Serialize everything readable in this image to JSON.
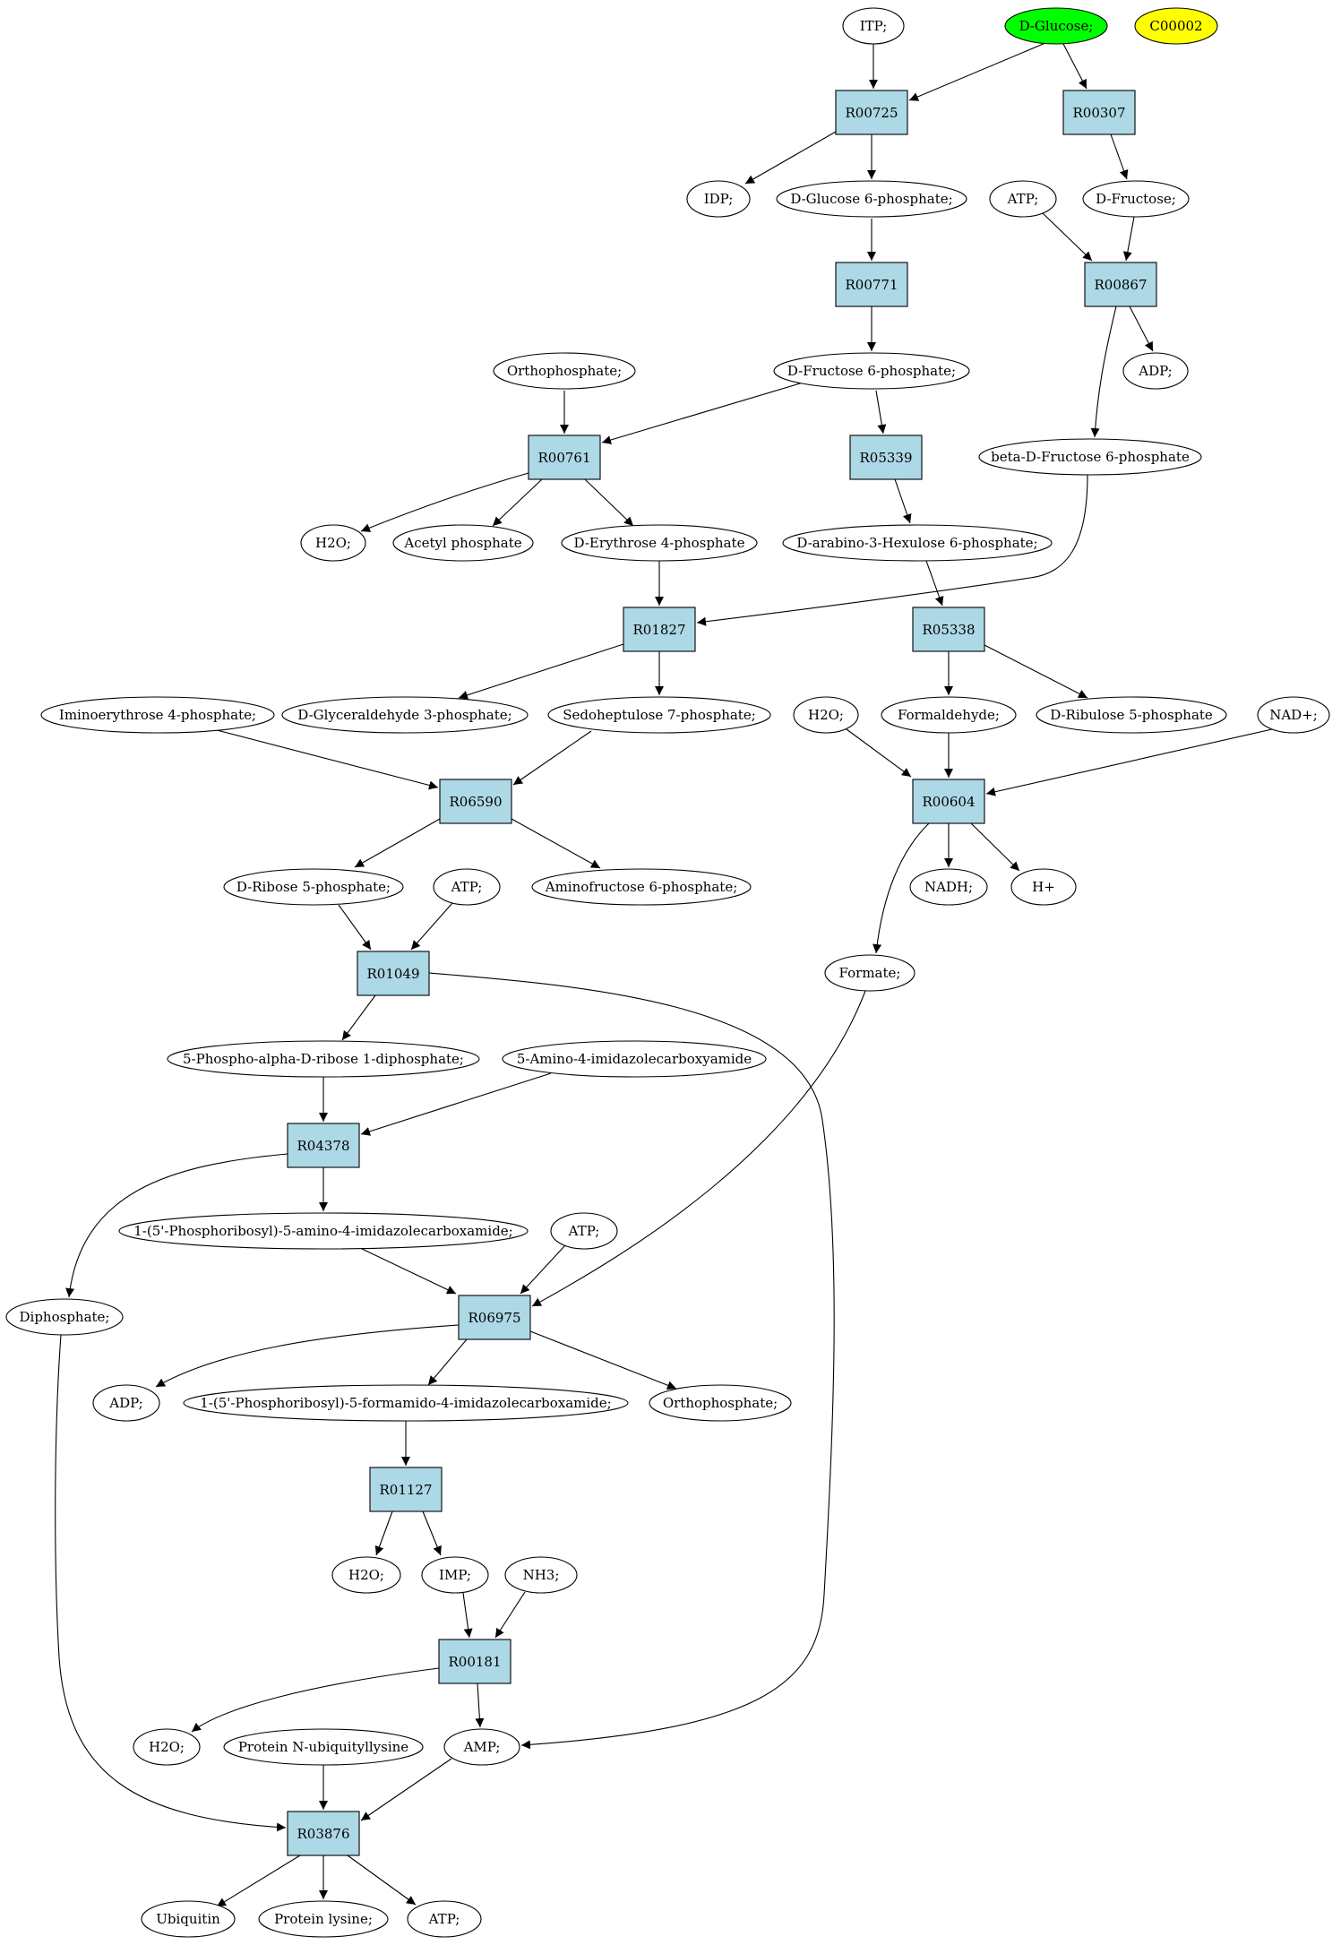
{
  "colors": {
    "reaction_fill": "#add8e6",
    "compound_fill": "#ffffff",
    "start_fill": "#00ff00",
    "highlight_fill": "#ffff00"
  },
  "reactions": {
    "R00725": "R00725",
    "R00307": "R00307",
    "R00771": "R00771",
    "R00867": "R00867",
    "R00761": "R00761",
    "R05339": "R05339",
    "R01827": "R01827",
    "R05338": "R05338",
    "R06590": "R06590",
    "R00604": "R00604",
    "R01049": "R01049",
    "R04378": "R04378",
    "R06975": "R06975",
    "R01127": "R01127",
    "R00181": "R00181",
    "R03876": "R03876"
  },
  "compounds": {
    "itp": "ITP;",
    "dglucose": "D-Glucose;",
    "c00002": "C00002",
    "idp": "IDP;",
    "g6p": "D-Glucose 6-phosphate;",
    "atp1": "ATP;",
    "dfructose": "D-Fructose;",
    "adp1": "ADP;",
    "ortho1": "Orthophosphate;",
    "f6p": "D-Fructose 6-phosphate;",
    "bf6p": "beta-D-Fructose 6-phosphate",
    "h2o1": "H2O;",
    "acetylp": "Acetyl phosphate",
    "e4p": "D-Erythrose 4-phosphate",
    "hexulose": "D-arabino-3-Hexulose 6-phosphate;",
    "iminoery": "Iminoerythrose 4-phosphate;",
    "g3p": "D-Glyceraldehyde 3-phosphate;",
    "s7p": "Sedoheptulose 7-phosphate;",
    "h2o2": "H2O;",
    "formaldehyde": "Formaldehyde;",
    "ru5p": "D-Ribulose 5-phosphate",
    "nad": "NAD+;",
    "r5p": "D-Ribose 5-phosphate;",
    "atp2": "ATP;",
    "aminofru": "Aminofructose 6-phosphate;",
    "nadh": "NADH;",
    "hplus": "H+",
    "formate": "Formate;",
    "prpp": "5-Phospho-alpha-D-ribose 1-diphosphate;",
    "aica": "5-Amino-4-imidazolecarboxyamide",
    "aicar": "1-(5'-Phosphoribosyl)-5-amino-4-imidazolecarboxamide;",
    "atp3": "ATP;",
    "diphosphate": "Diphosphate;",
    "adp2": "ADP;",
    "faicar": "1-(5'-Phosphoribosyl)-5-formamido-4-imidazolecarboxamide;",
    "ortho2": "Orthophosphate;",
    "h2o3": "H2O;",
    "imp": "IMP;",
    "nh3": "NH3;",
    "h2o4": "H2O;",
    "protub": "Protein N-ubiquityllysine",
    "amp": "AMP;",
    "ubiquitin": "Ubiquitin",
    "protlys": "Protein lysine;",
    "atp4": "ATP;"
  }
}
